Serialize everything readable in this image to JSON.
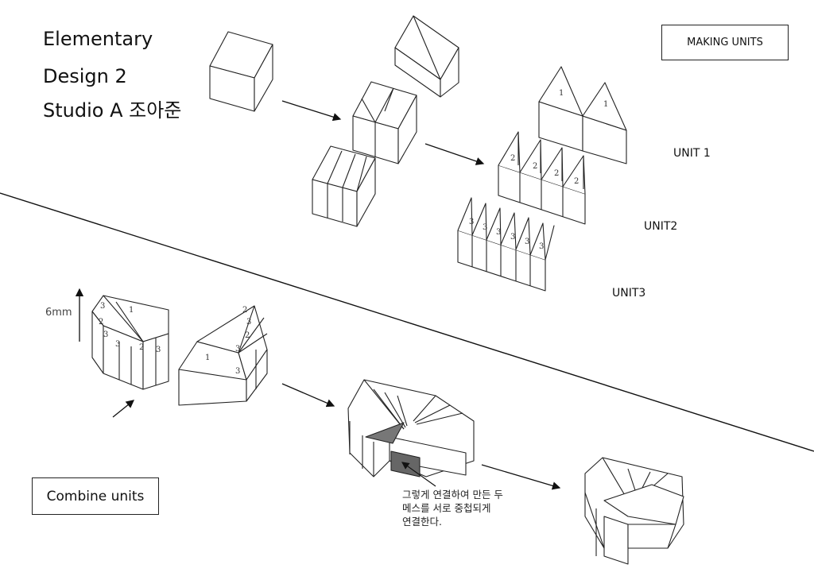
{
  "header": {
    "title_line1": "Elementary",
    "title_line2": "Design 2",
    "title_line3": "Studio A 조아준"
  },
  "making_units": {
    "label": "MAKING UNITS"
  },
  "units": {
    "unit1": "UNIT 1",
    "unit2": "UNIT2",
    "unit3": "UNIT3"
  },
  "measure": {
    "label": "6mm"
  },
  "combine": {
    "label": "Combine units"
  },
  "annotation": {
    "line1": "그렇게 연결하여 만든 두",
    "line2": "메스를 서로 중첩되게",
    "line3": "연결한다."
  },
  "piece_numbers": {
    "one": "1",
    "two": "2",
    "three": "3"
  }
}
